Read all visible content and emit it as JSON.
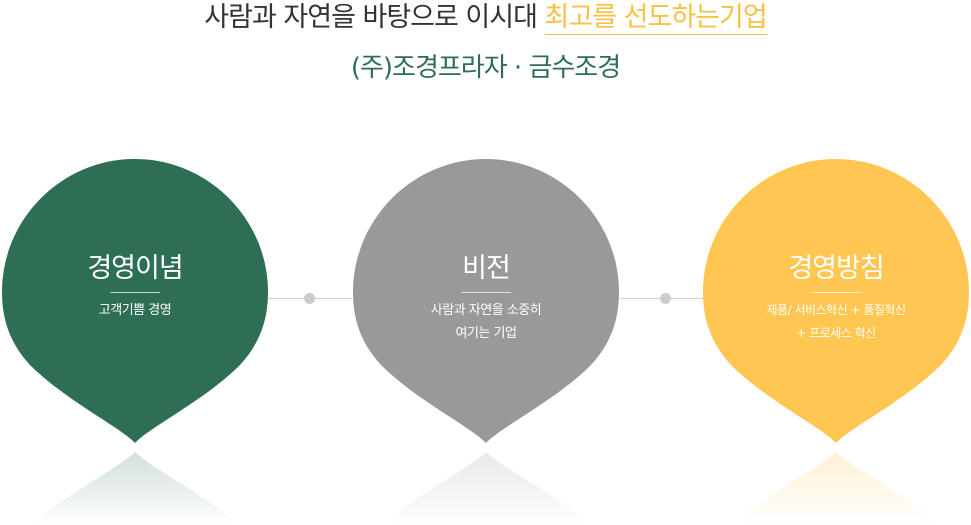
{
  "header": {
    "headline_main": "사람과 자연을 바탕으로 이시대",
    "headline_accent": "최고를 선도하는기업",
    "company_line": "(주)조경프라자 · 금수조경"
  },
  "colors": {
    "accent_yellow": "#f7c244",
    "green": "#2e6e55",
    "gray": "#999999",
    "yellow": "#ffc751",
    "company_text": "#2f6d57"
  },
  "pillars": [
    {
      "title": "경영이념",
      "desc": "고객기쁨 경영",
      "color": "#2e6e55"
    },
    {
      "title": "비전",
      "desc": "사람과 자연을 소중히\n여기는 기업",
      "color": "#999999"
    },
    {
      "title": "경영방침",
      "desc": "제품/ 서비스혁신 + 품질혁신\n+ 프로세스 혁신",
      "color": "#ffc751"
    }
  ]
}
